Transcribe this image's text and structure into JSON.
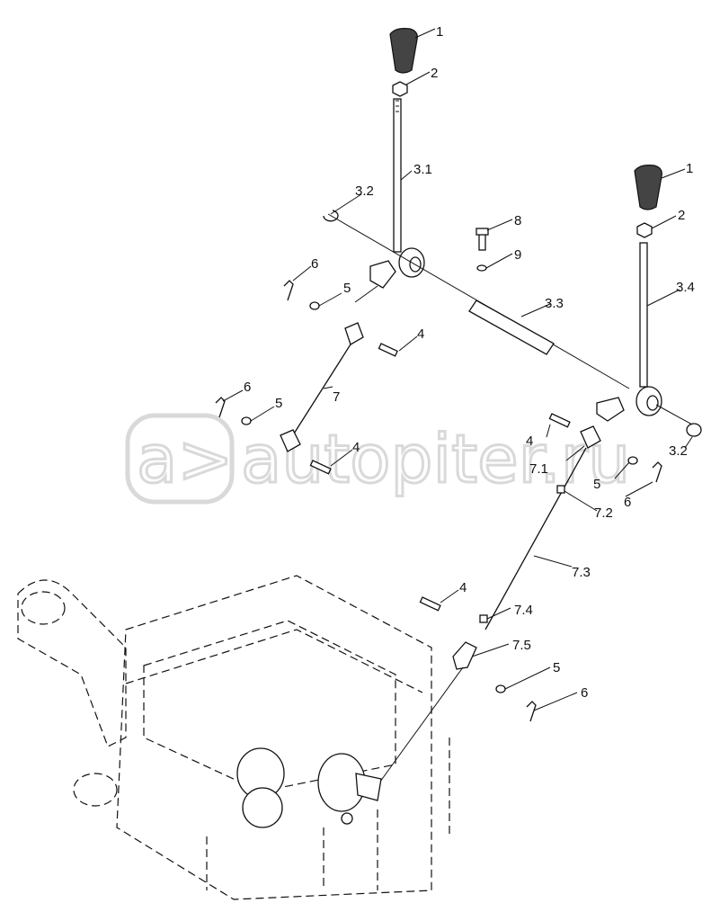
{
  "diagram": {
    "watermark": {
      "logo": "a>",
      "text": "autopiter.ru",
      "color": "#d9d9d9"
    },
    "labels": {
      "knob_left": "1",
      "nut_left": "2",
      "lever_left": "3.1",
      "ring_left": "3.2",
      "bolt": "8",
      "washer_small": "9",
      "shaft_center": "3.3",
      "pin_upper_left": "6",
      "washer_upper_left": "5",
      "clevis_pin_upper": "4",
      "rod_left": "7",
      "pin_lower_left": "6",
      "washer_lower_left": "5",
      "clevis_pin_lower": "4",
      "knob_right": "1",
      "nut_right": "2",
      "lever_right": "3.4",
      "clevis_pin_right": "4",
      "fork_right": "7.1",
      "ring_right": "3.2",
      "washer_right": "5",
      "pin_right": "6",
      "nut_7_2": "7.2",
      "rod_7_3": "7.3",
      "clevis_pin_bottom": "4",
      "nut_7_4": "7.4",
      "fork_7_5": "7.5",
      "washer_bottom": "5",
      "pin_bottom": "6"
    }
  }
}
